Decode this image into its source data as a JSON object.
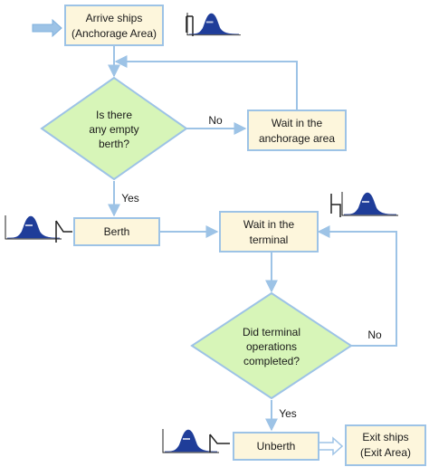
{
  "colors": {
    "box_fill": "#fdf6dc",
    "box_stroke": "#9dc3e6",
    "decision_fill": "#d7f5b8",
    "decision_stroke": "#9dc3e6",
    "arrow": "#9dc3e6",
    "chart_fill": "#1f3d99",
    "chart_axis": "#222222",
    "entry_arrow_fill": "#9dc3e6"
  },
  "nodes": {
    "arrive": {
      "line1": "Arrive ships",
      "line2": "(Anchorage Area)"
    },
    "empty_berth": {
      "line1": "Is there",
      "line2": "any empty",
      "line3": "berth?"
    },
    "wait_anchorage": {
      "line1": "Wait in the",
      "line2": "anchorage area"
    },
    "berth": {
      "line1": "Berth"
    },
    "wait_terminal": {
      "line1": "Wait in the",
      "line2": "terminal"
    },
    "ops_completed": {
      "line1": "Did terminal",
      "line2": "operations",
      "line3": "completed?"
    },
    "unberth": {
      "line1": "Unberth"
    },
    "exit": {
      "line1": "Exit ships",
      "line2": "(Exit Area)"
    }
  },
  "edges": {
    "no_berth": "No",
    "yes_berth": "Yes",
    "no_ops": "No",
    "yes_ops": "Yes"
  },
  "icons": {
    "distribution": "normal-distribution-chart-icon",
    "entry": "entry-arrow-icon",
    "connector": "bracket-connector-icon"
  }
}
